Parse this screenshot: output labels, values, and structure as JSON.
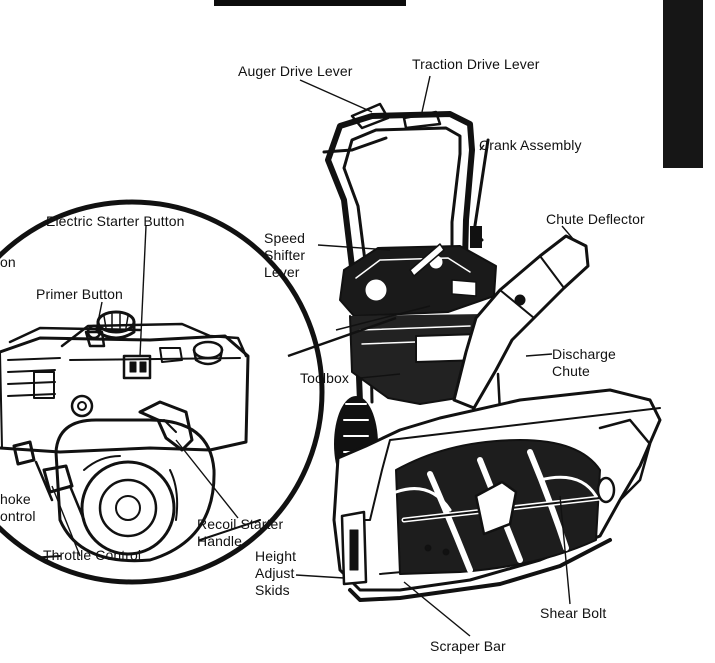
{
  "labels": {
    "auger_drive_lever": "Auger Drive Lever",
    "traction_drive_lever": "Traction Drive Lever",
    "crank_assembly": "Crank Assembly",
    "electric_starter_button": "Electric Starter Button",
    "chute_deflector": "Chute Deflector",
    "speed_shifter_lever": "Speed\nShifter\nLever",
    "primer_button": "Primer Button",
    "truncated_on": "on",
    "discharge_chute": "Discharge\nChute",
    "toolbox": "Toolbox",
    "choke_control": "hoke\nontrol",
    "recoil_starter_handle": "Recoil Starter\nHandle",
    "throttle_control": "Throttle Control",
    "height_adjust_skids": "Height\nAdjust\nSkids",
    "shear_bolt": "Shear Bolt",
    "scraper_bar": "Scraper Bar"
  }
}
